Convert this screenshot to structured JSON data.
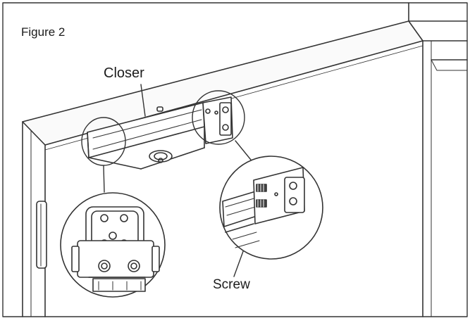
{
  "figure": {
    "title": "Figure 2",
    "labels": {
      "closer": "Closer",
      "screw": "Screw"
    }
  },
  "colors": {
    "line": "#333333",
    "background": "#ffffff"
  }
}
